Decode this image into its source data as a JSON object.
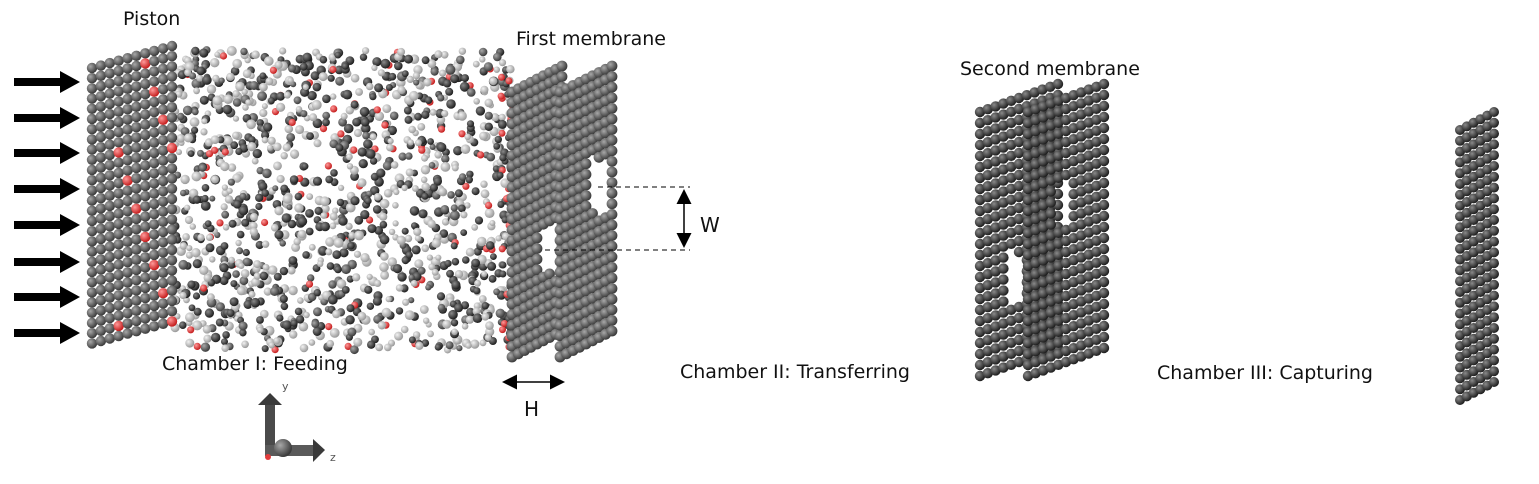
{
  "labels": {
    "piston": "Piston",
    "first_membrane": "First membrane",
    "second_membrane": "Second membrane",
    "chamber1": "Chamber I: Feeding",
    "chamber2": "Chamber II: Transferring",
    "chamber3": "Chamber III: Capturing",
    "width": "W",
    "height": "H",
    "axis_y": "y",
    "axis_z": "z"
  },
  "colors": {
    "membrane_dark": "#2b2b2b",
    "membrane_mid": "#4a4a4a",
    "piston": "#5a5a5a",
    "oxygen": "#e23b3b",
    "carbon": "#3a3a3a",
    "hydrogen": "#c8c8c8",
    "arrow": "#000000"
  },
  "icons": [
    "push-arrow-icon",
    "xyz-axes-icon"
  ]
}
